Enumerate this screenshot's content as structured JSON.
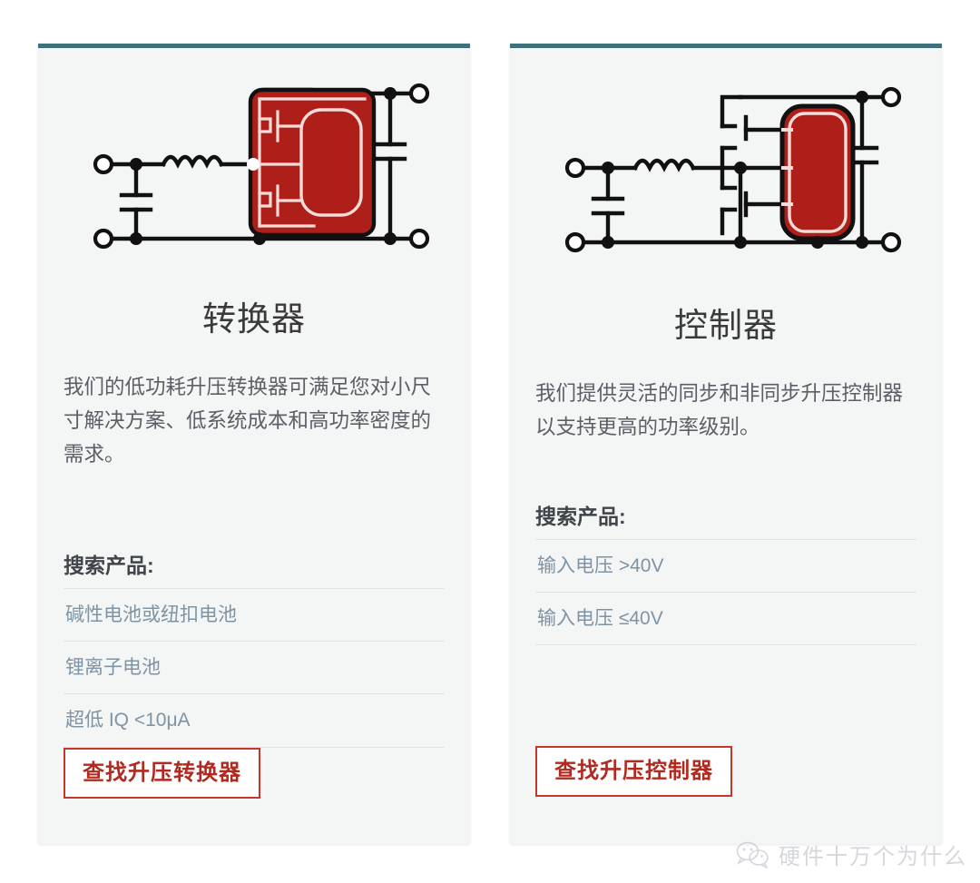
{
  "page": {
    "accent_top_border": "#3f717c",
    "card_background": "#f4f5f5",
    "link_color": "#7e94a4",
    "button_border_color": "#c0392b",
    "button_text_color": "#b02a1f",
    "ic_color": "#ae1f19"
  },
  "cards": [
    {
      "diagram": "boost-converter-schematic",
      "title": "转换器",
      "description": "我们的低功耗升压转换器可满足您对小尺寸解决方案、低系统成本和高功率密度的需求。",
      "search_heading": "搜索产品:",
      "links": [
        "碱性电池或纽扣电池",
        "锂离子电池",
        "超低 IQ <10μA"
      ],
      "button_label": "查找升压转换器"
    },
    {
      "diagram": "boost-controller-schematic",
      "title": "控制器",
      "description": "我们提供灵活的同步和非同步升压控制器以支持更高的功率级别。",
      "search_heading": "搜索产品:",
      "links": [
        "输入电压 >40V",
        "输入电压 ≤40V"
      ],
      "button_label": "查找升压控制器"
    }
  ],
  "watermark": {
    "icon": "wechat-icon",
    "text": "硬件十万个为什么"
  }
}
